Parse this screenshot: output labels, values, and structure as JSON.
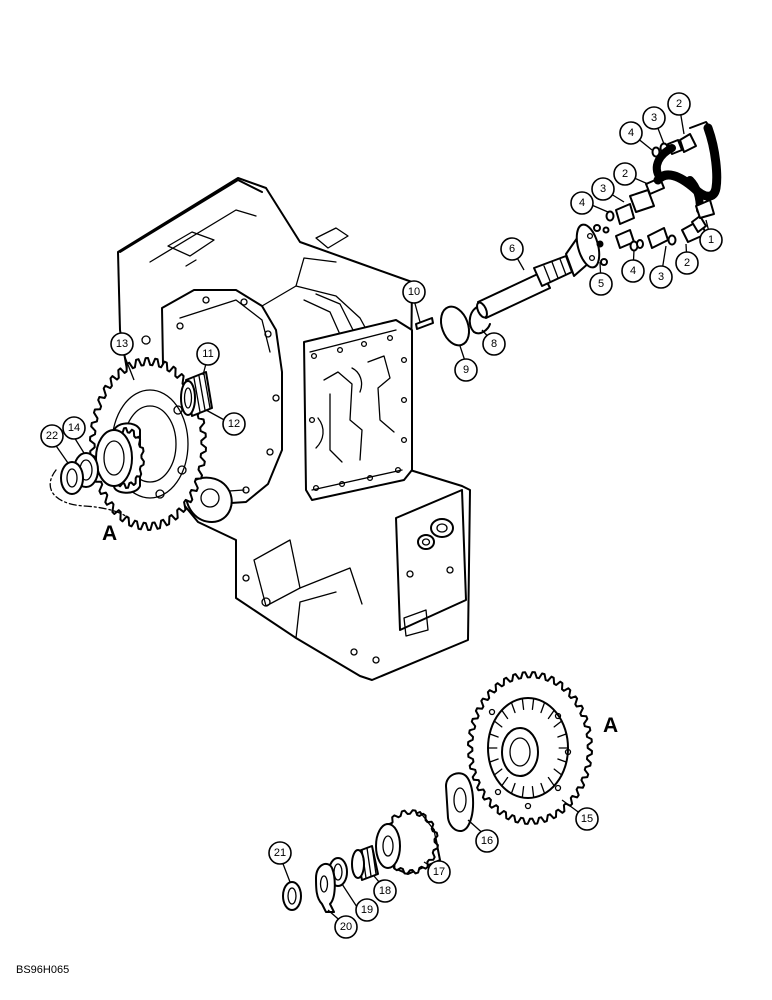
{
  "figure_code": "BS96H065",
  "reference_letters": [
    "A",
    "A"
  ],
  "callouts": [
    "1",
    "2",
    "3",
    "4",
    "2",
    "3",
    "4",
    "5",
    "6",
    "4",
    "3",
    "2",
    "10",
    "9",
    "8",
    "11",
    "12",
    "13",
    "14",
    "22",
    "15",
    "16",
    "17",
    "18",
    "19",
    "20",
    "21"
  ]
}
